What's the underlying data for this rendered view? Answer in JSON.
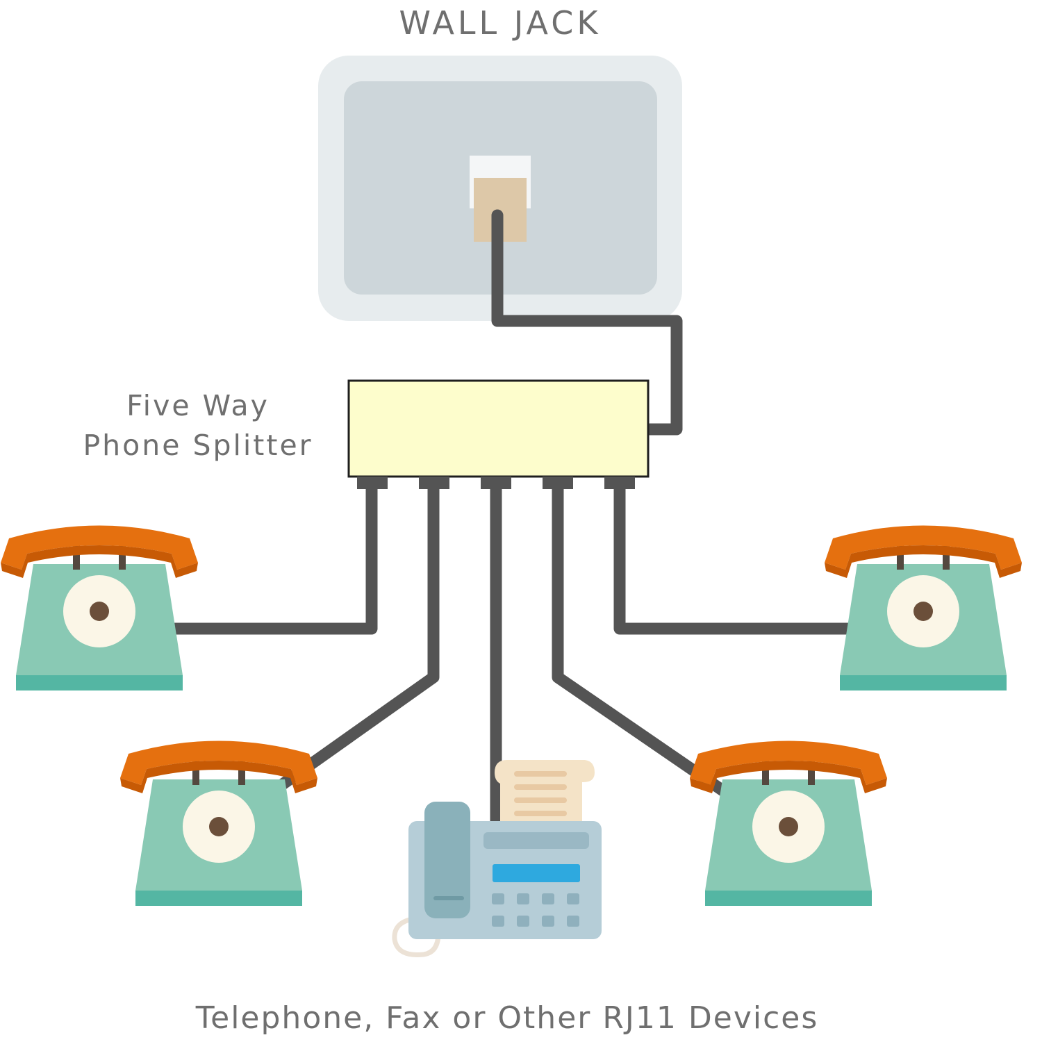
{
  "labels": {
    "wall_jack": "WALL JACK",
    "splitter_line1": "Five Way",
    "splitter_line2": "Phone Splitter",
    "devices": "Telephone, Fax or Other RJ11 Devices"
  },
  "colors": {
    "cable": "#545454",
    "splitter_fill": "#fdfdcc",
    "splitter_outline": "#1e1e1e",
    "jack_plate_outer": "#e7ecee",
    "jack_plate_inner": "#cdd6da",
    "jack_port": "#ddc8a8",
    "phone_body": "#89c9b4",
    "phone_base": "#54b6a3",
    "phone_handset": "#e5700f",
    "phone_dial": "#fbf6e7",
    "phone_dial_center": "#6b4f3a",
    "fax_body": "#b5cdd7",
    "fax_handset": "#8ab1ba",
    "fax_screen": "#2ea9df",
    "fax_paper": "#f4e3c7",
    "label_text": "#6f6f6f"
  },
  "icons": [
    "wall-jack-icon",
    "phone-splitter-icon",
    "rotary-phone-icon",
    "fax-machine-icon"
  ]
}
